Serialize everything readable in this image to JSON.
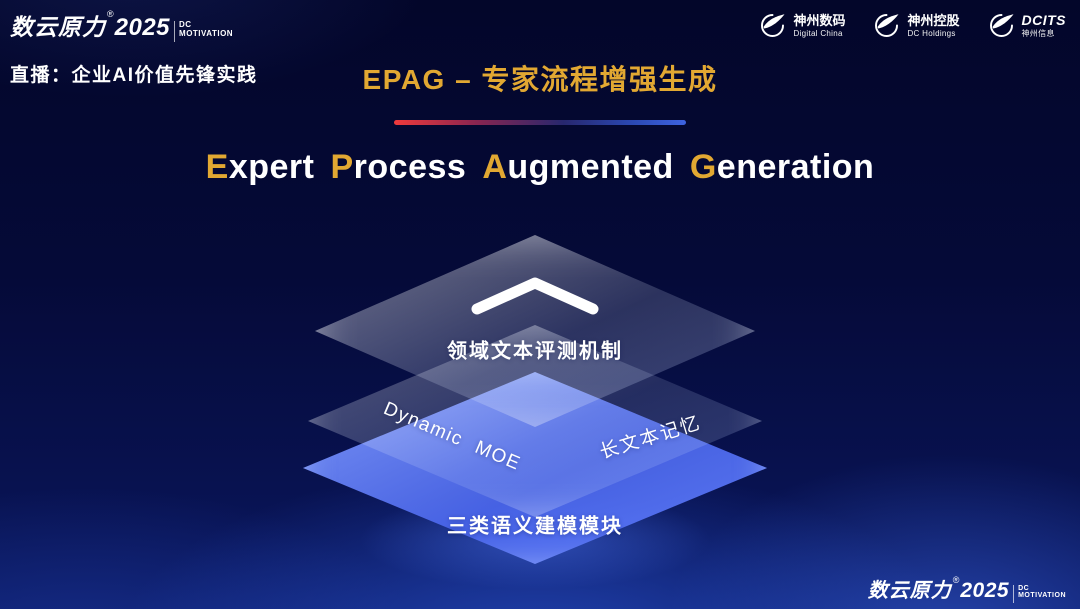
{
  "theme": {
    "gold": "#e2a832",
    "background_top": "#03062a",
    "background_bottom_glow": "#2f5cde",
    "bottom_layer_blue": "#5a7afc",
    "divider_left_red": "#ef3a3c",
    "divider_right_blue": "#3e63e0"
  },
  "header": {
    "logo": {
      "brand": "数云原力",
      "reg": "®",
      "year": "2025",
      "dc": "DC",
      "motivation": "MOTIVATION"
    },
    "live_caption": "直播：企业AI价值先锋实践",
    "partners": [
      {
        "name": "神州数码",
        "sub": "Digital China"
      },
      {
        "name": "神州控股",
        "sub": "DC Holdings"
      },
      {
        "name": "DCITS",
        "sub": "神州信息"
      }
    ]
  },
  "title": {
    "heading": "EPAG – 专家流程增强生成",
    "words": [
      {
        "cap": "E",
        "rest": "xpert"
      },
      {
        "cap": "P",
        "rest": "rocess"
      },
      {
        "cap": "A",
        "rest": "ugmented"
      },
      {
        "cap": "G",
        "rest": "eneration"
      }
    ]
  },
  "diagram": {
    "top_layer_label": "领域文本评测机制",
    "middle_layer_left_label": "Dynamic MOE",
    "middle_layer_right_label": "长文本记忆",
    "bottom_layer_label": "三类语义建模模块"
  },
  "icons": {
    "top_layer_icon": "chevron-up-icon",
    "partner_icon": "swoosh-circle-icon"
  },
  "footer": {
    "logo": {
      "brand": "数云原力",
      "reg": "®",
      "year": "2025",
      "dc": "DC",
      "motivation": "MOTIVATION"
    }
  }
}
